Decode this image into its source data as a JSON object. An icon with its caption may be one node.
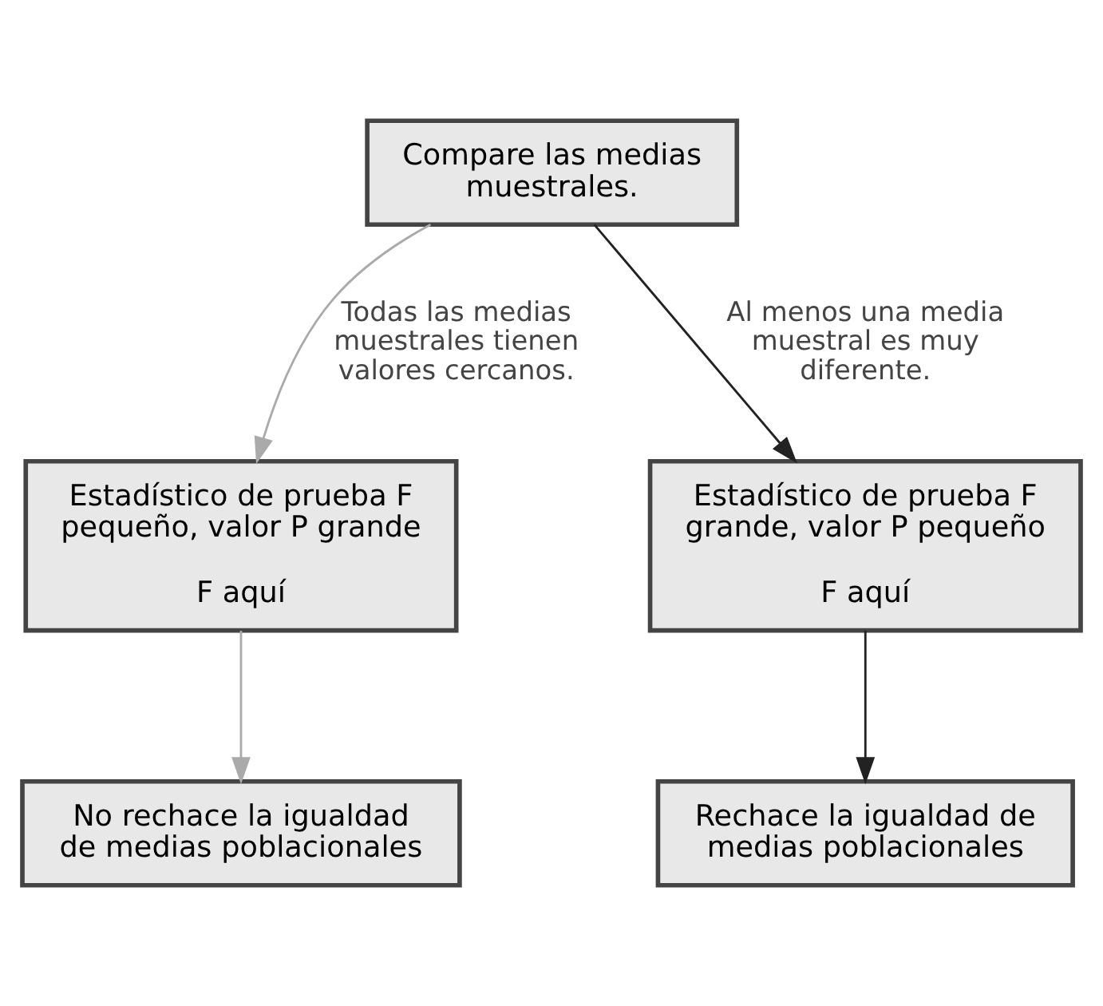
{
  "diagram": {
    "nodes": [
      {
        "text": [
          "Compare las medias muestrales."
        ]
      },
      {
        "text": [
          "Estadístico de prueba F pequeño, valor P grande",
          "F aquí"
        ]
      },
      {
        "text": [
          "Estadístico de prueba F grande, valor P pequeño",
          "F aquí"
        ]
      },
      {
        "text": [
          "No rechace la igualdad de medias poblacionales"
        ]
      },
      {
        "text": [
          "Rechace la igualdad de medias poblacionales"
        ]
      }
    ],
    "edges": [
      {
        "from": 0,
        "to": 1,
        "arrow": "to",
        "label": "Todas las medias muestrales tienen valores cercanos.",
        "color": "#aaaaaa"
      },
      {
        "from": 0,
        "to": 2,
        "arrow": "to",
        "label": "Al menos una media muestral es muy diferente.",
        "color": "#222222"
      },
      {
        "from": 1,
        "to": 3,
        "arrow": "to",
        "color": "#aaaaaa"
      },
      {
        "from": 2,
        "to": 4,
        "arrow": "to",
        "color": "#222222"
      }
    ]
  }
}
